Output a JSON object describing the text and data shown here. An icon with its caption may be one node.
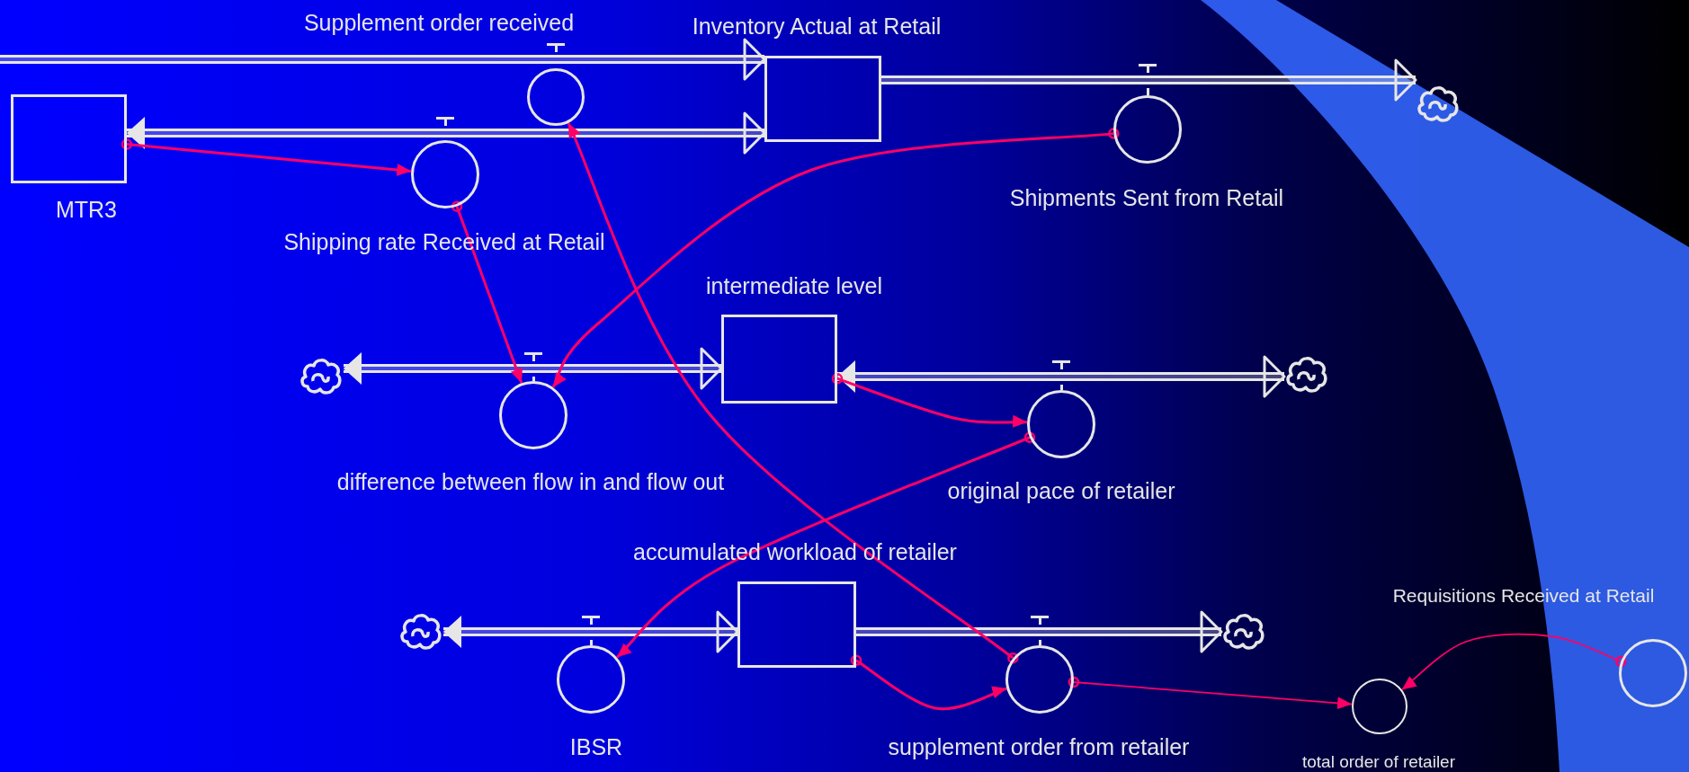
{
  "diagram": {
    "nodes": [
      {
        "text": [
          "Supplement order received"
        ]
      },
      {
        "text": [
          "Inventory Actual at Retail"
        ]
      },
      {
        "text": [
          "MTR3"
        ]
      },
      {
        "text": [
          "Shipping rate Received at Retail"
        ]
      },
      {
        "text": [
          "Shipments Sent from Retail"
        ]
      },
      {
        "text": [],
        "shape": "cloud"
      },
      {
        "text": [
          "intermediate level"
        ]
      },
      {
        "text": [],
        "shape": "cloud"
      },
      {
        "text": [
          "difference between flow in and flow out"
        ]
      },
      {
        "text": [
          "original pace of retailer"
        ]
      },
      {
        "text": [],
        "shape": "cloud"
      },
      {
        "text": [
          "accumulated workload of retailer"
        ]
      },
      {
        "text": [],
        "shape": "cloud"
      },
      {
        "text": [
          "IBSR"
        ]
      },
      {
        "text": [
          "supplement order from retailer"
        ]
      },
      {
        "text": [],
        "shape": "cloud"
      },
      {
        "text": [
          "Requisitions Received at Retail"
        ]
      },
      {
        "text": [
          "total order of retailer"
        ]
      }
    ],
    "edges": [
      {
        "from": null,
        "to": 1,
        "arrow": "to",
        "style": "thick",
        "color": "#e6e6e6"
      },
      {
        "from": 2,
        "to": 1,
        "arrow": "both",
        "style": "thick",
        "color": "#e6e6e6"
      },
      {
        "from": 1,
        "to": 5,
        "arrow": "to",
        "style": "thick",
        "color": "#e6e6e6"
      },
      {
        "from": 7,
        "to": 6,
        "arrow": "both",
        "style": "thick",
        "color": "#e6e6e6"
      },
      {
        "from": 6,
        "to": 10,
        "arrow": "both",
        "style": "thick",
        "color": "#e6e6e6"
      },
      {
        "from": 12,
        "to": 11,
        "arrow": "both",
        "style": "thick",
        "color": "#e6e6e6"
      },
      {
        "from": 11,
        "to": 15,
        "arrow": "to",
        "style": "thick",
        "color": "#e6e6e6"
      },
      {
        "from": 2,
        "to": 3,
        "arrow": "to"
      },
      {
        "from": 3,
        "to": 8,
        "arrow": "to"
      },
      {
        "from": 4,
        "to": 8,
        "arrow": "to"
      },
      {
        "from": 14,
        "to": 0,
        "arrow": "to"
      },
      {
        "from": 6,
        "to": 9,
        "arrow": "to"
      },
      {
        "from": 9,
        "to": 13,
        "arrow": "to"
      },
      {
        "from": 11,
        "to": 14,
        "arrow": "to"
      },
      {
        "from": 14,
        "to": 17,
        "arrow": "to"
      },
      {
        "from": 16,
        "to": 17,
        "arrow": "to"
      }
    ]
  }
}
